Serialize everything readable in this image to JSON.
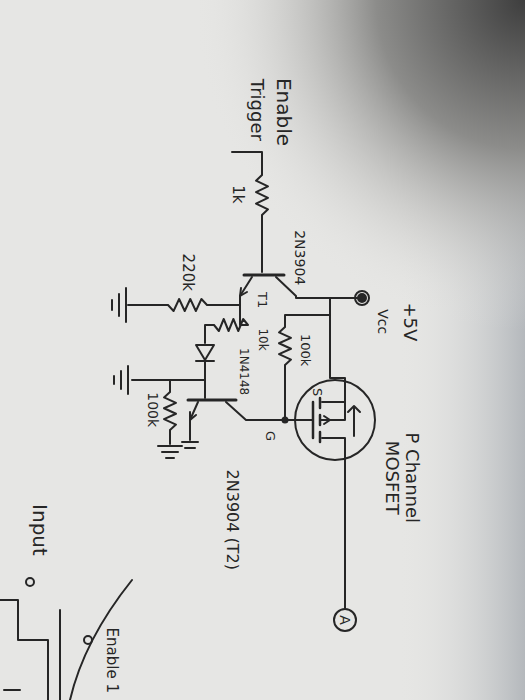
{
  "diagram": {
    "nodes": [
      {
        "text": [
          "A"
        ]
      }
    ],
    "labels": [
      "Enable",
      "Trigger",
      "1k",
      "2N3904",
      "T1",
      "220k",
      "10k",
      "1N4148",
      "100k",
      "S",
      "G",
      "100k",
      "2N3904 (T2)",
      "+5V",
      "Vcc",
      "P Channel MOSFET",
      "Input",
      "Enable 1"
    ]
  }
}
